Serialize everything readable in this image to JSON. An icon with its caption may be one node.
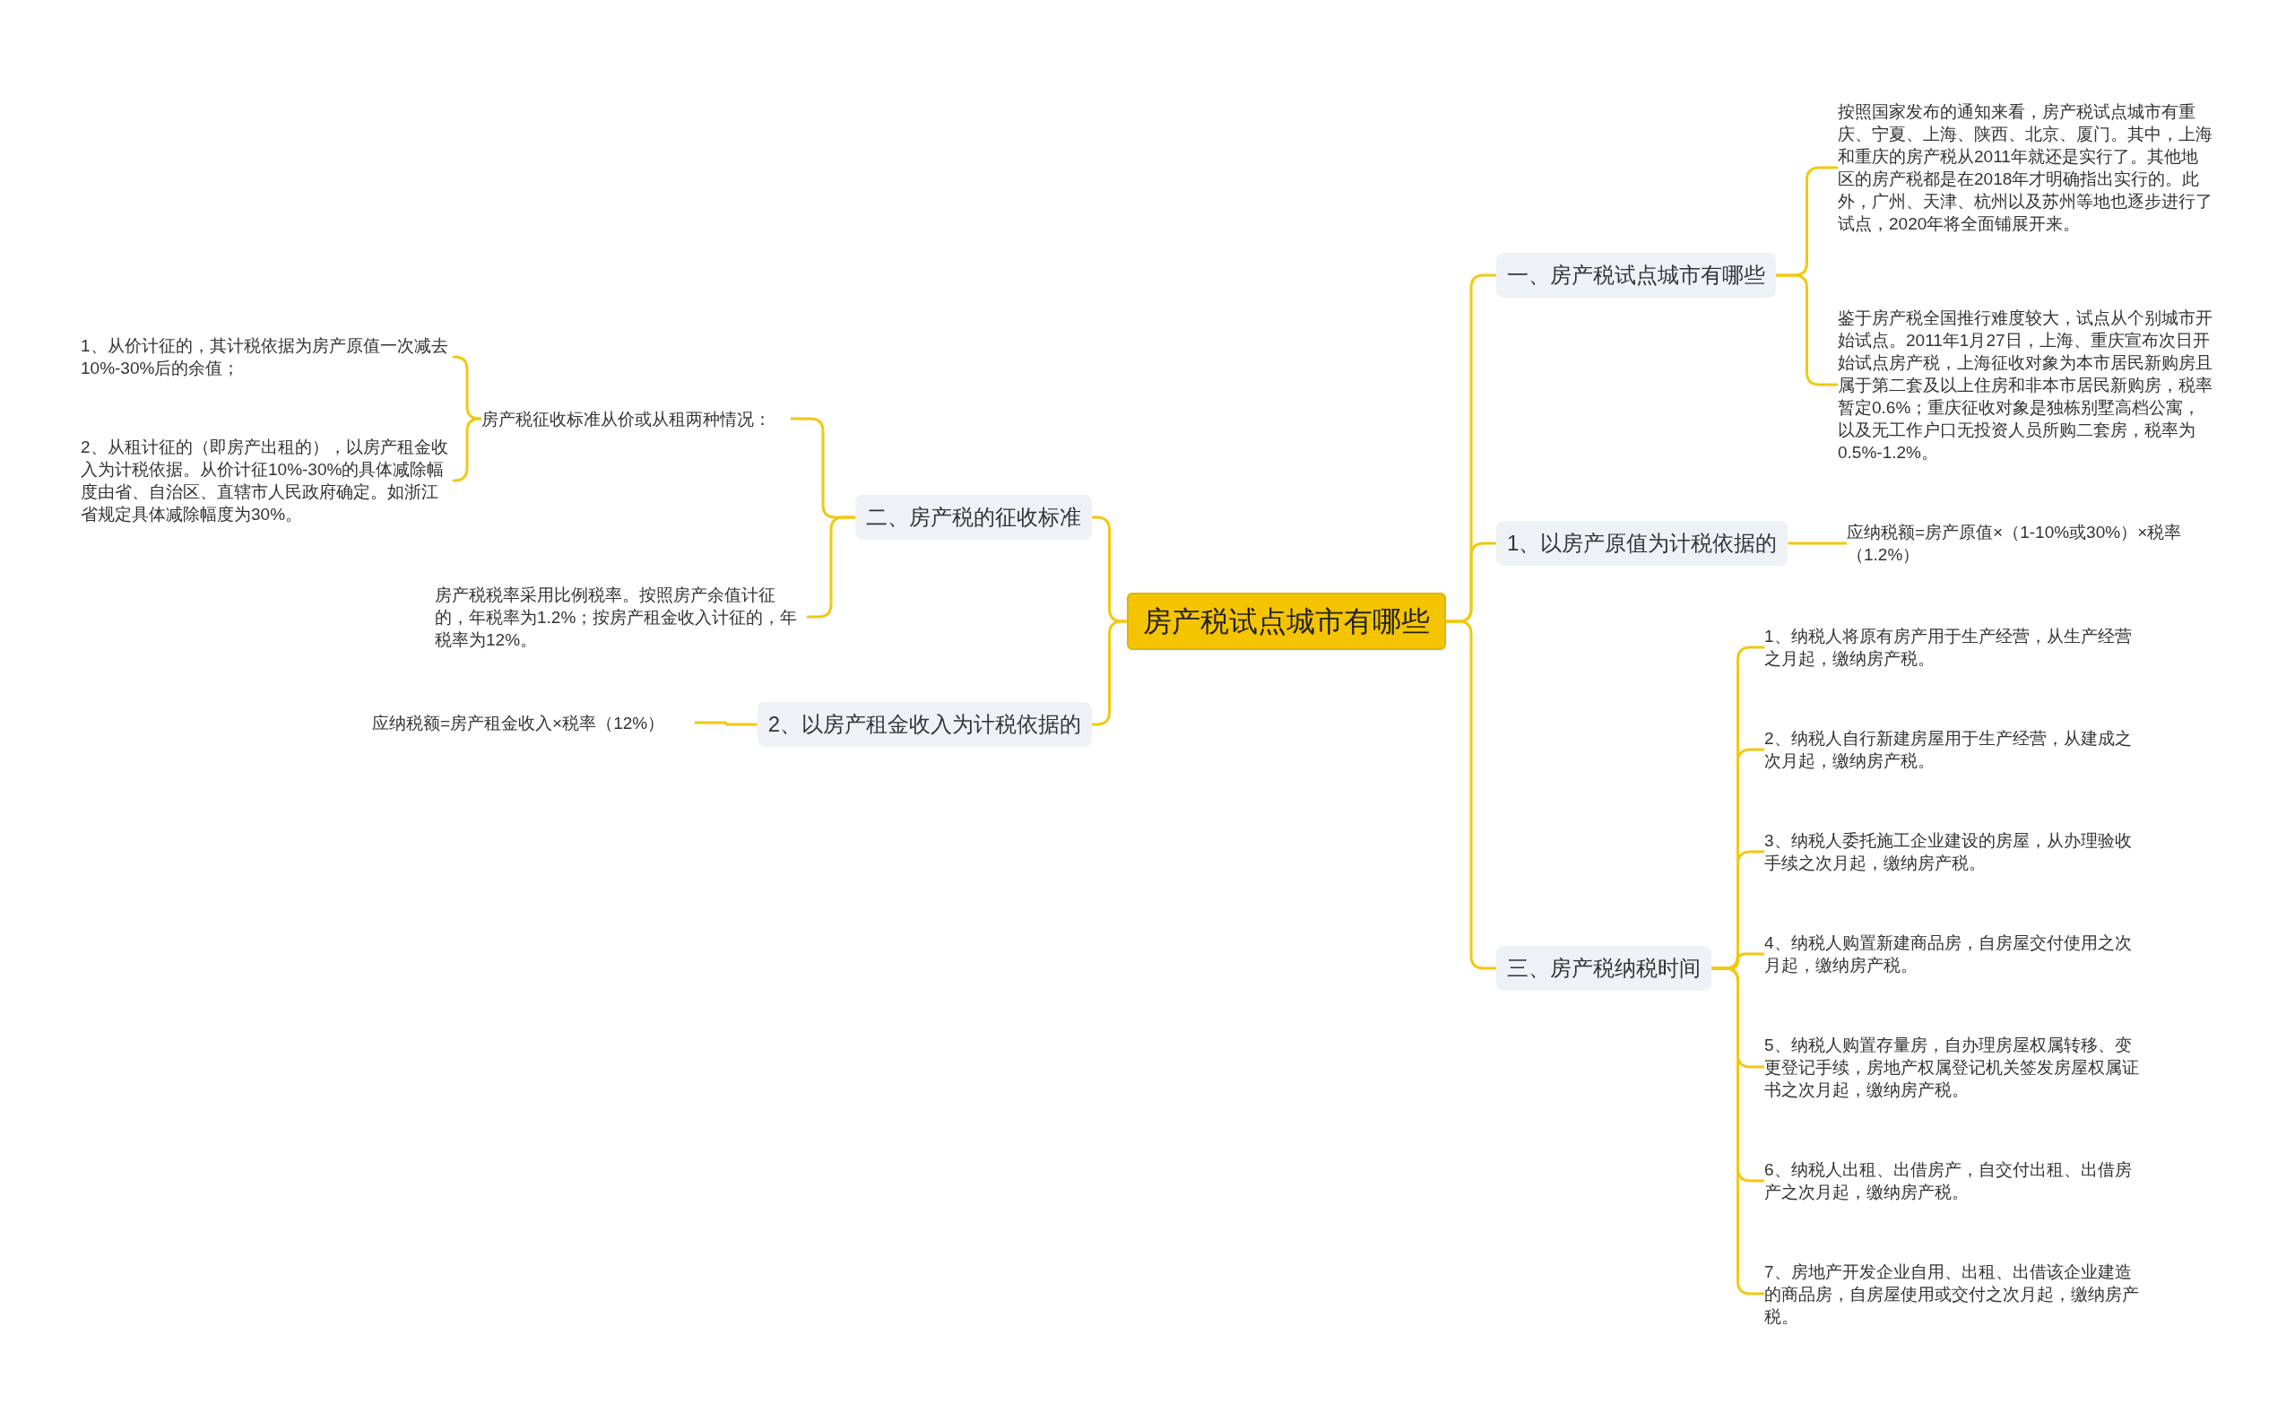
{
  "diagram": {
    "nodes": [
      {
        "text": [
          "房产税试点城市有哪些"
        ]
      },
      {
        "text": [
          "一、房产税试点城市有哪些"
        ]
      },
      {
        "text": [
          "按照国家发布的通知来看，房产税试点城市有重庆、宁夏、上海、陕西、北京、厦门。其中，上海和重庆的房产税从2011年就还是实行了。其他地区的房产税都是在2018年才明确指出实行的。此外，广州、天津、杭州以及苏州等地也逐步进行了试点，2020年将全面铺展开来。"
        ]
      },
      {
        "text": [
          "鉴于房产税全国推行难度较大，试点从个别城市开始试点。2011年1月27日，上海、重庆宣布次日开始试点房产税，上海征收对象为本市居民新购房且属于第二套及以上住房和非本市居民新购房，税率暂定0.6%；重庆征收对象是独栋别墅高档公寓，以及无工作户口无投资人员所购二套房，税率为0.5%-1.2%。"
        ]
      },
      {
        "text": [
          "1、以房产原值为计税依据的"
        ]
      },
      {
        "text": [
          "应纳税额=房产原值×（1-10%或30%）×税率（1.2%）"
        ]
      },
      {
        "text": [
          "三、房产税纳税时间"
        ]
      },
      {
        "text": [
          "1、纳税人将原有房产用于生产经营，从生产经营之月起，缴纳房产税。"
        ]
      },
      {
        "text": [
          "2、纳税人自行新建房屋用于生产经营，从建成之次月起，缴纳房产税。"
        ]
      },
      {
        "text": [
          "3、纳税人委托施工企业建设的房屋，从办理验收手续之次月起，缴纳房产税。"
        ]
      },
      {
        "text": [
          "4、纳税人购置新建商品房，自房屋交付使用之次月起，缴纳房产税。"
        ]
      },
      {
        "text": [
          "5、纳税人购置存量房，自办理房屋权属转移、变更登记手续，房地产权属登记机关签发房屋权属证书之次月起，缴纳房产税。"
        ]
      },
      {
        "text": [
          "6、纳税人出租、出借房产，自交付出租、出借房产之次月起，缴纳房产税。"
        ]
      },
      {
        "text": [
          "7、房地产开发企业自用、出租、出借该企业建造的商品房，自房屋使用或交付之次月起，缴纳房产税。"
        ]
      },
      {
        "text": [
          "二、房产税的征收标准"
        ]
      },
      {
        "text": [
          "房产税征收标准从价或从租两种情况："
        ]
      },
      {
        "text": [
          "1、从价计征的，其计税依据为房产原值一次减去10%-30%后的余值；"
        ]
      },
      {
        "text": [
          "2、从租计征的（即房产出租的），以房产租金收入为计税依据。从价计征10%-30%的具体减除幅度由省、自治区、直辖市人民政府确定。如浙江省规定具体减除幅度为30%。"
        ]
      },
      {
        "text": [
          "房产税税率采用比例税率。按照房产余值计征的，年税率为1.2%；按房产租金收入计征的，年税率为12%。"
        ]
      },
      {
        "text": [
          "2、以房产租金收入为计税依据的"
        ]
      },
      {
        "text": [
          "应纳税额=房产租金收入×税率（12%）"
        ]
      }
    ],
    "edges": [
      {
        "from": 0,
        "to": 1,
        "arrow": "none"
      },
      {
        "from": 1,
        "to": 2,
        "arrow": "none"
      },
      {
        "from": 1,
        "to": 3,
        "arrow": "none"
      },
      {
        "from": 0,
        "to": 4,
        "arrow": "none"
      },
      {
        "from": 4,
        "to": 5,
        "arrow": "none"
      },
      {
        "from": 0,
        "to": 6,
        "arrow": "none"
      },
      {
        "from": 6,
        "to": 7,
        "arrow": "none"
      },
      {
        "from": 6,
        "to": 8,
        "arrow": "none"
      },
      {
        "from": 6,
        "to": 9,
        "arrow": "none"
      },
      {
        "from": 6,
        "to": 10,
        "arrow": "none"
      },
      {
        "from": 6,
        "to": 11,
        "arrow": "none"
      },
      {
        "from": 6,
        "to": 12,
        "arrow": "none"
      },
      {
        "from": 6,
        "to": 13,
        "arrow": "none"
      },
      {
        "from": 0,
        "to": 14,
        "arrow": "none"
      },
      {
        "from": 14,
        "to": 15,
        "arrow": "none"
      },
      {
        "from": 15,
        "to": 16,
        "arrow": "none"
      },
      {
        "from": 15,
        "to": 17,
        "arrow": "none"
      },
      {
        "from": 14,
        "to": 18,
        "arrow": "none"
      },
      {
        "from": 0,
        "to": 19,
        "arrow": "none"
      },
      {
        "from": 19,
        "to": 20,
        "arrow": "none"
      }
    ]
  }
}
